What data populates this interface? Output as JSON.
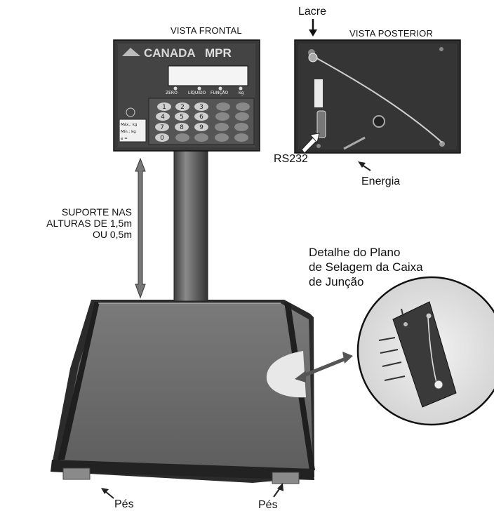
{
  "labels": {
    "vista_frontal": "VISTA FRONTAL",
    "vista_posterior": "VISTA POSTERIOR",
    "lacre": "Lacre",
    "rs232": "RS232",
    "energia": "Energia",
    "suporte": [
      "SUPORTE NAS",
      "ALTURAS DE 1,5m",
      "OU 0,5m"
    ],
    "detalhe": [
      "Detalhe do Plano",
      "de Selagem da Caixa",
      "de Junção"
    ],
    "pes_left": "Pés",
    "pes_right": "Pés"
  },
  "indicator": {
    "brand": "CANADA",
    "model": "MPR",
    "function_keys": [
      "ZERO",
      "LÍQUIDO",
      "FUNÇÃO",
      "kg"
    ],
    "numeric_keys": [
      "1",
      "2",
      "3",
      "4",
      "5",
      "6",
      "7",
      "8",
      "9",
      "0"
    ],
    "specs": [
      "Máx.: kg",
      "Mín.: kg",
      "e ="
    ]
  },
  "colors": {
    "housing": "#3a3a3a",
    "panel_back": "#2e2e2e",
    "platform_top": "#6f6f6f",
    "platform_edge": "#2a2a2a",
    "column": "#5a5a5a",
    "display": "#f4f4f4"
  }
}
